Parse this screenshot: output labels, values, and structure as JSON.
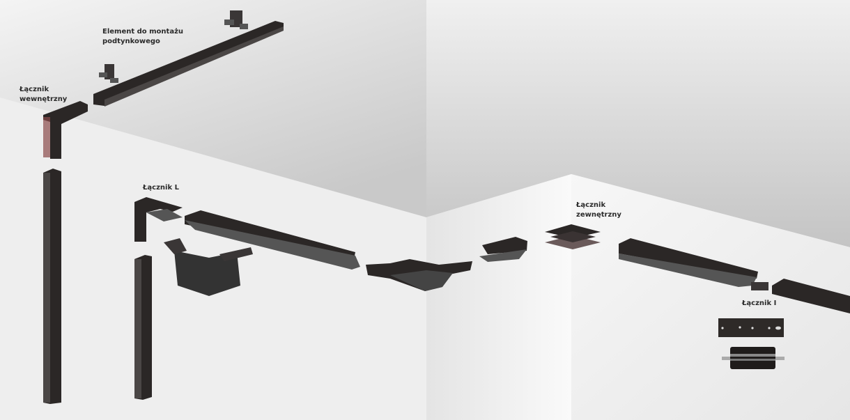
{
  "labels": {
    "surface_mount_element_line1": "Element do montażu",
    "surface_mount_element_line2": "podtynkowego",
    "inner_connector_line1": "Łącznik",
    "inner_connector_line2": "wewnętrzny",
    "l_connector": "Łącznik L",
    "outer_connector_line1": "Łącznik",
    "outer_connector_line2": "zewnętrzny",
    "i_connector": "Łącznik I"
  },
  "colors": {
    "profile": "#2b2726",
    "profile_side": "#4a4645",
    "ceiling": "#cfcfcf",
    "wall": "#efefef"
  }
}
